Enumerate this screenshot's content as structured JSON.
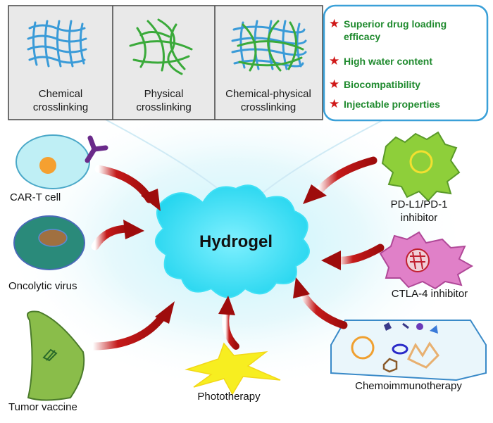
{
  "crosslinking": {
    "chemical": {
      "line1": "Chemical",
      "line2": "crosslinking"
    },
    "physical": {
      "line1": "Physical",
      "line2": "crosslinking"
    },
    "chemical_physical": {
      "line1": "Chemical-physical",
      "line2": "crosslinking"
    }
  },
  "properties": [
    {
      "text": "Superior drug loading",
      "text2": "efficacy"
    },
    {
      "text": "High water content"
    },
    {
      "text": "Biocompatibility"
    },
    {
      "text": "Injectable properties"
    }
  ],
  "center": {
    "label": "Hydrogel"
  },
  "therapies": {
    "car_t": "CAR-T  cell",
    "oncolytic": "Oncolytic virus",
    "tumor_vaccine": "Tumor vaccine",
    "phototherapy": "Phototherapy",
    "pd": {
      "line1": "PD-L1/PD-1",
      "line2": "inhibitor"
    },
    "ctla4": "CTLA-4 inhibitor",
    "chemo": "Chemoimmunotherapy"
  },
  "colors": {
    "hydrogel": "#3fe0f5",
    "arrow": "#b01010",
    "property_text": "#1f8a2e",
    "star": "#d01818",
    "border_blue": "#3aa0d8"
  }
}
